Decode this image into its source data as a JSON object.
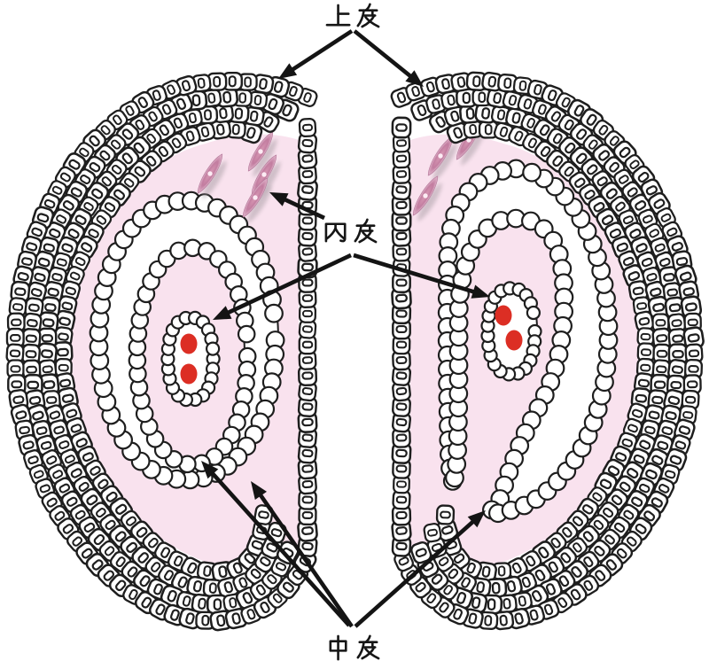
{
  "diagram": {
    "labels": {
      "epithelium": "上皮",
      "endothelium": "内皮",
      "mesothelium": "中皮"
    },
    "leader_arrows": {
      "epithelium_targets": 2,
      "endothelium_targets": 3,
      "mesothelium_targets": 3
    },
    "red_blood_cells": {
      "left_vessel": 2,
      "right_vessel": 2
    },
    "spindle_cells": {
      "left_half": 4,
      "right_half": 3
    },
    "colors": {
      "background": "#ffffff",
      "tissue_pink": "#f9e2ee",
      "cell_fill": "#ffffff",
      "outline": "#1e1e1e",
      "red_blood_cell": "#dc2e24",
      "arrow": "#141414",
      "spindle_core": "#c27da0",
      "spindle_light": "#ecc9da",
      "shadow": "#9e949b"
    }
  }
}
